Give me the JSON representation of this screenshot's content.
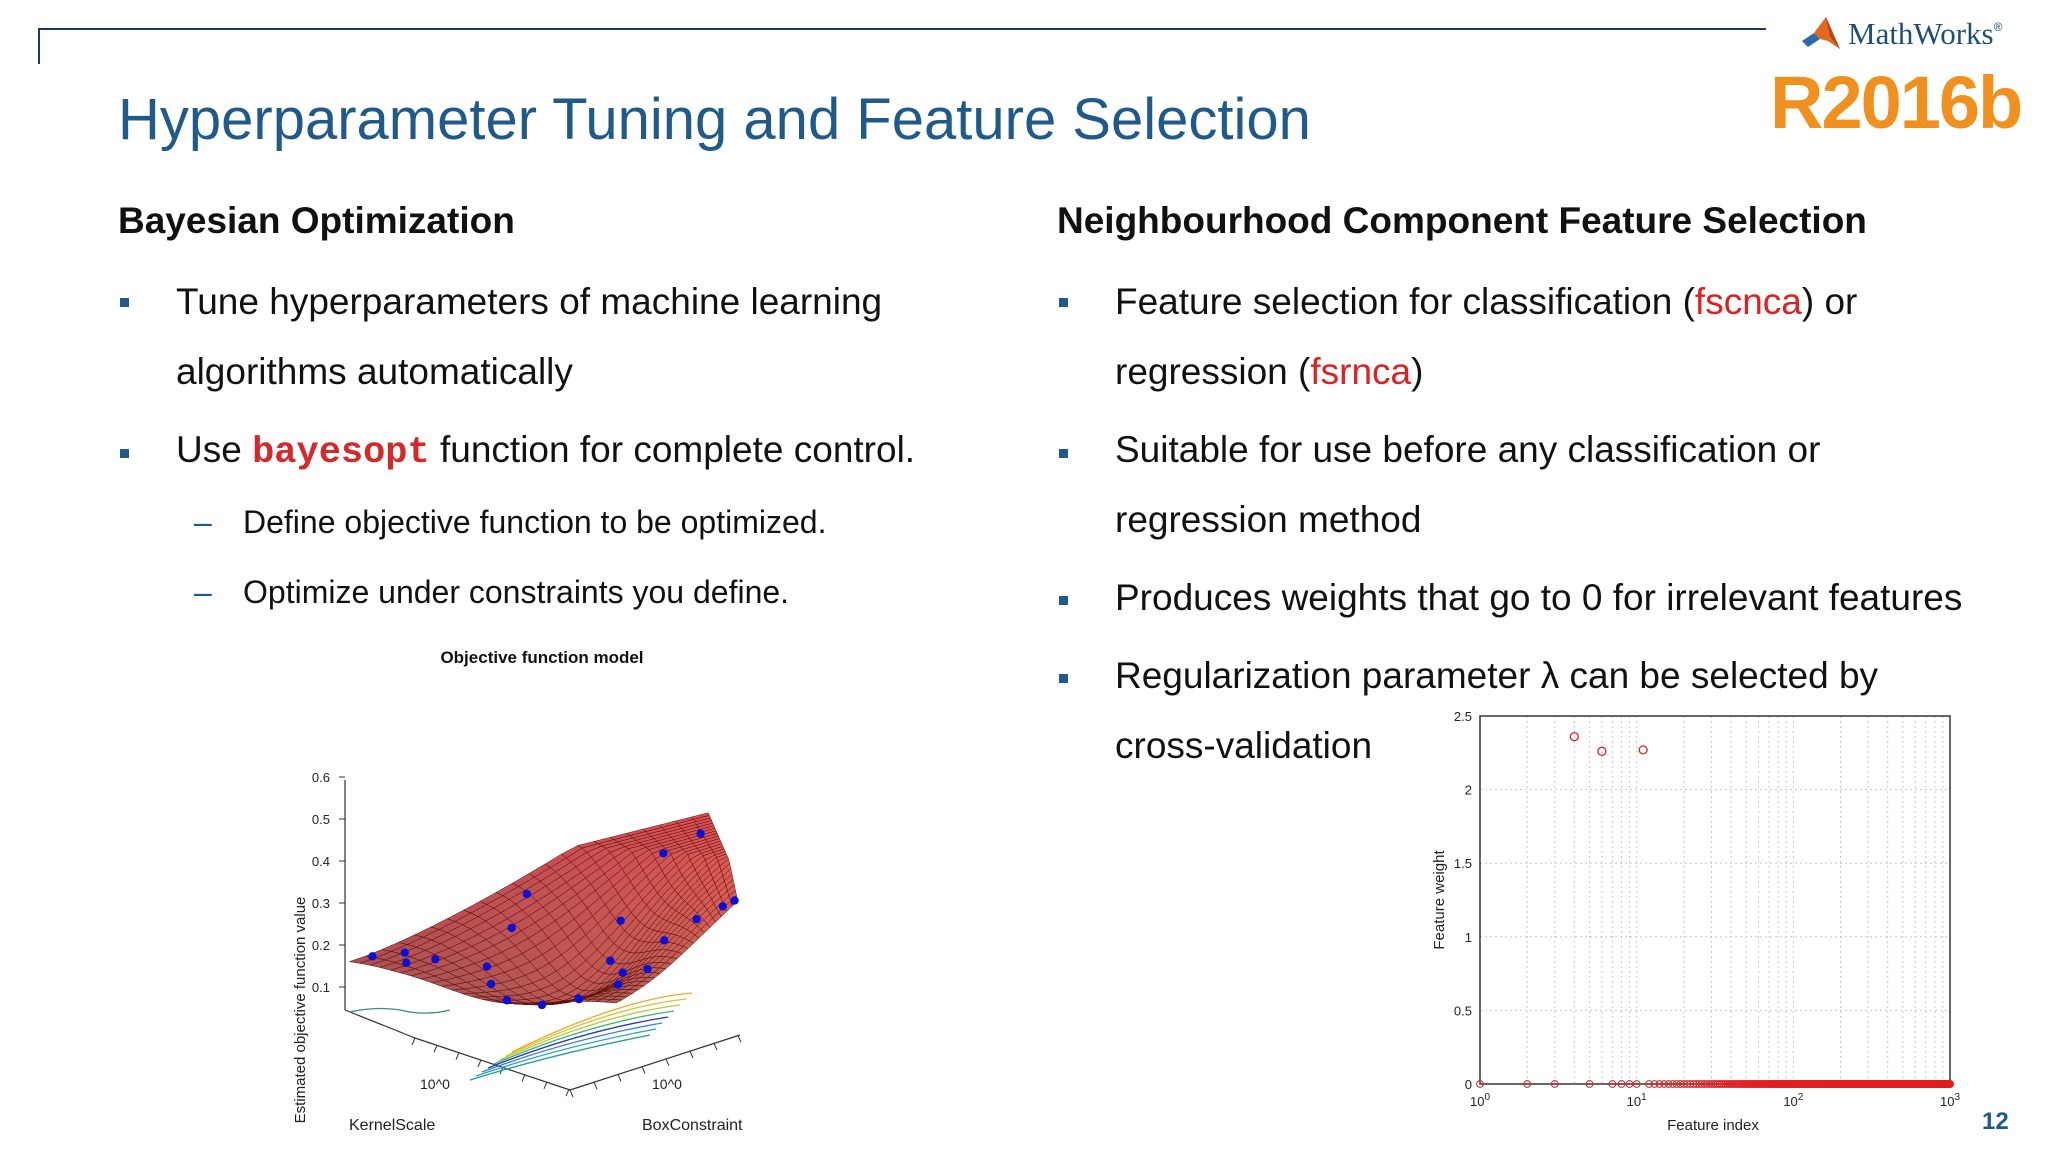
{
  "header": {
    "logo_text": "MathWorks",
    "logo_trademark": "®",
    "release": "R2016b",
    "title": "Hyperparameter Tuning and Feature Selection"
  },
  "left": {
    "heading": "Bayesian Optimization",
    "bullets": [
      {
        "line1": "Tune hyperparameters of machine learning",
        "line2": "algorithms automatically"
      },
      {
        "before": "Use ",
        "code": "bayesopt",
        "after": " function for complete control."
      }
    ],
    "sub_bullets": [
      "Define objective function to be optimized.",
      "Optimize under constraints you define."
    ]
  },
  "right": {
    "heading": "Neighbourhood Component Feature Selection",
    "bullets": [
      {
        "l1a": "Feature selection for classification (",
        "l1fn": "fscnca",
        "l1b": ") or",
        "l2a": "regression (",
        "l2fn": "fsrnca",
        "l2b": ")"
      },
      {
        "line1": "Suitable for use before any classification or",
        "line2": "regression method"
      },
      {
        "line1": "Produces weights that go to 0 for irrelevant features"
      },
      {
        "line1": "Regularization parameter λ can be selected by",
        "line2": "cross-validation"
      }
    ]
  },
  "chart_data": [
    {
      "type": "surface",
      "title": "Objective function model",
      "zlabel": "Estimated objective function value",
      "xlabel": "KernelScale",
      "ylabel": "BoxConstraint",
      "z_ticks": [
        "0.1",
        "0.2",
        "0.3",
        "0.4",
        "0.5",
        "0.6"
      ],
      "x_tick": "10^0",
      "y_tick": "10^0",
      "surface_color": "#c0282a",
      "point_color": "#0a10d8"
    },
    {
      "type": "scatter",
      "xlabel": "Feature index",
      "ylabel": "Feature weight",
      "x_scale": "log",
      "xlim": [
        1,
        1000
      ],
      "ylim": [
        0,
        2.5
      ],
      "y_ticks": [
        "0",
        "0.5",
        "1",
        "1.5",
        "2",
        "2.5"
      ],
      "x_ticks": [
        "10^0",
        "10^1",
        "10^2",
        "10^3"
      ],
      "grid": true,
      "marker_color": "#e02020",
      "high_points": [
        {
          "x": 4,
          "y": 2.36
        },
        {
          "x": 6,
          "y": 2.26
        },
        {
          "x": 11,
          "y": 2.27
        }
      ],
      "zero_weight_features": "all remaining indices 1–1000 have weight 0"
    }
  ],
  "footer": {
    "page_number": "12"
  }
}
